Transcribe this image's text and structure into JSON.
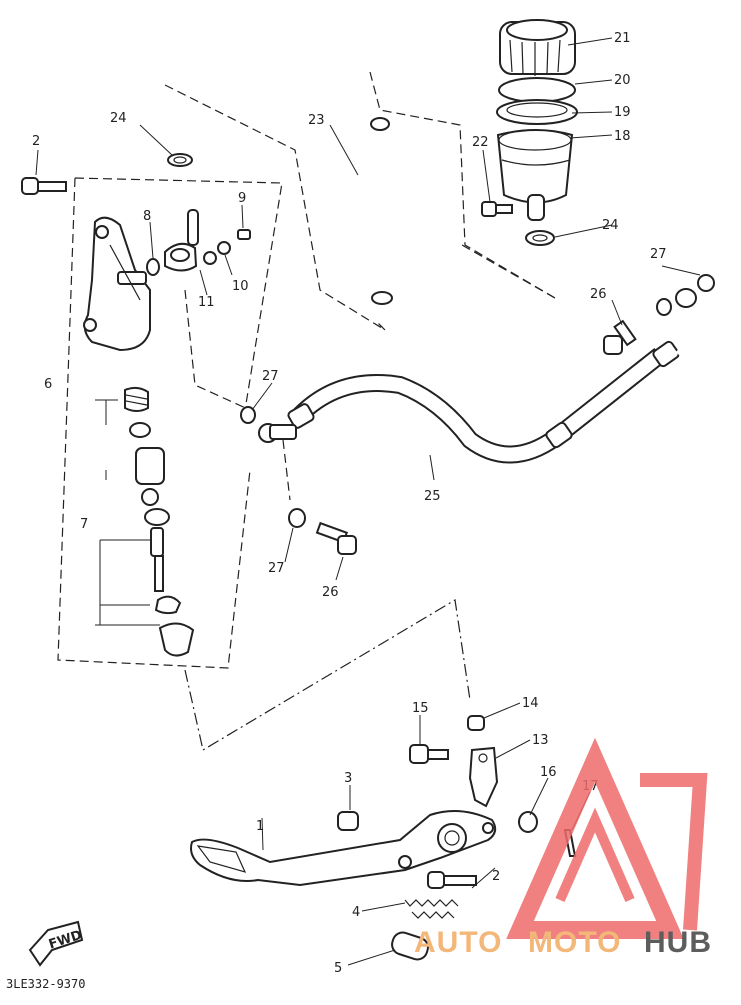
{
  "callouts": [
    {
      "id": "c1",
      "text": "1"
    },
    {
      "id": "c2a",
      "text": "2"
    },
    {
      "id": "c2b",
      "text": "2"
    },
    {
      "id": "c3",
      "text": "3"
    },
    {
      "id": "c4",
      "text": "4"
    },
    {
      "id": "c5",
      "text": "5"
    },
    {
      "id": "c6",
      "text": "6"
    },
    {
      "id": "c7",
      "text": "7"
    },
    {
      "id": "c8",
      "text": "8"
    },
    {
      "id": "c9",
      "text": "9"
    },
    {
      "id": "c10",
      "text": "10"
    },
    {
      "id": "c11",
      "text": "11"
    },
    {
      "id": "c13",
      "text": "13"
    },
    {
      "id": "c14",
      "text": "14"
    },
    {
      "id": "c15",
      "text": "15"
    },
    {
      "id": "c16",
      "text": "16"
    },
    {
      "id": "c17",
      "text": "17"
    },
    {
      "id": "c18",
      "text": "18"
    },
    {
      "id": "c19",
      "text": "19"
    },
    {
      "id": "c20",
      "text": "20"
    },
    {
      "id": "c21",
      "text": "21"
    },
    {
      "id": "c22",
      "text": "22"
    },
    {
      "id": "c23",
      "text": "23"
    },
    {
      "id": "c24a",
      "text": "24"
    },
    {
      "id": "c24b",
      "text": "24"
    },
    {
      "id": "c25",
      "text": "25"
    },
    {
      "id": "c26a",
      "text": "26"
    },
    {
      "id": "c26b",
      "text": "26"
    },
    {
      "id": "c27a",
      "text": "27"
    },
    {
      "id": "c27b",
      "text": "27"
    },
    {
      "id": "c27c",
      "text": "27"
    }
  ],
  "fwd_label": "FWD",
  "diagram_code": "3LE332-9370",
  "watermark": {
    "text_a": "AUTO",
    "text_b": "MOTO",
    "text_c": "HUB",
    "color_light": "#f3b77a",
    "color_dark": "#5d5d5d",
    "logo_color": "#ef6b6b"
  }
}
